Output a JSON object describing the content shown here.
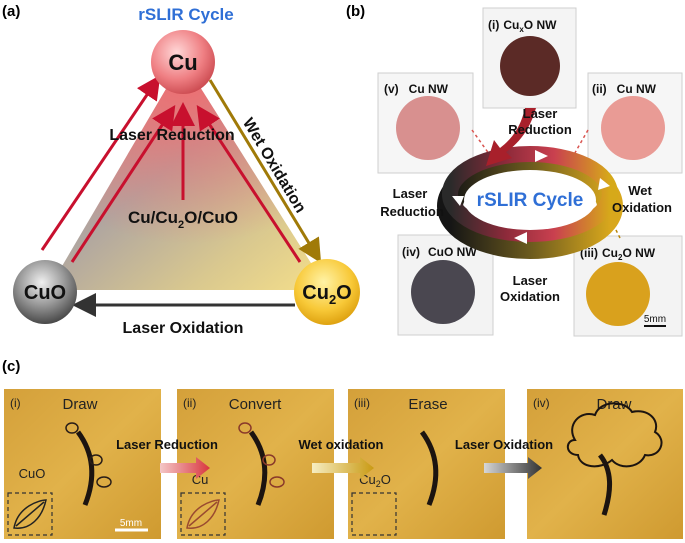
{
  "panel_a": {
    "tag": "(a)",
    "title": "rSLIR Cycle",
    "node_cu": "Cu",
    "node_cuo": "CuO",
    "node_cu2o_main": "Cu",
    "node_cu2o_sub": "2",
    "node_cu2o_end": "O",
    "edge_laser_reduction": "Laser Reduction",
    "edge_wet_oxidation": "Wet Oxidation",
    "edge_laser_oxidation": "Laser Oxidation",
    "center_a": "Cu/Cu",
    "center_sub": "2",
    "center_b": "O/CuO"
  },
  "panel_b": {
    "tag": "(b)",
    "ring_label": "rSLIR Cycle",
    "photo_i_num": "(i)",
    "photo_i_a": "Cu",
    "photo_i_sub": "x",
    "photo_i_b": "O NW",
    "photo_ii_num": "(ii)",
    "photo_ii_label": "Cu NW",
    "photo_iii_num": "(iii)",
    "photo_iii_a": "Cu",
    "photo_iii_sub": "2",
    "photo_iii_b": "O NW",
    "photo_iv_num": "(iv)",
    "photo_iv_label": "CuO NW",
    "photo_v_num": "(v)",
    "photo_v_label": "Cu NW",
    "laser_reduction_top_1": "Laser",
    "laser_reduction_top_2": "Reduction",
    "wet_oxidation_1": "Wet",
    "wet_oxidation_2": "Oxidation",
    "laser_oxidation_1": "Laser",
    "laser_oxidation_2": "Oxidation",
    "laser_reduction_left_1": "Laser",
    "laser_reduction_left_2": "Reduction",
    "scale": "5mm"
  },
  "panel_c": {
    "tag": "(c)",
    "frame_i_num": "(i)",
    "frame_i_title": "Draw",
    "frame_ii_num": "(ii)",
    "frame_ii_title": "Convert",
    "frame_iii_num": "(iii)",
    "frame_iii_title": "Erase",
    "frame_iv_num": "(iv)",
    "frame_iv_title": "Draw",
    "arrow_1": "Laser Reduction",
    "arrow_2": "Wet oxidation",
    "arrow_3": "Laser Oxidation",
    "inset_1": "CuO",
    "inset_2": "Cu",
    "inset_3_a": "Cu",
    "inset_3_sub": "2",
    "inset_3_b": "O",
    "scale": "5mm"
  },
  "colors": {
    "accent_blue": "#2f6fd6",
    "red_arrow": "#c8102e",
    "gold_arrow": "#b8860b",
    "dark_arrow": "#333333",
    "film_bg": "#d9a636"
  }
}
